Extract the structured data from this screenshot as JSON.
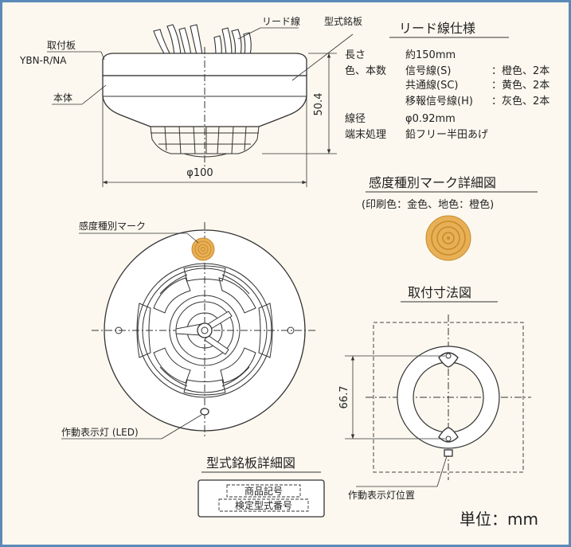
{
  "side_view": {
    "lead_wire_label": "リード線",
    "nameplate_label": "型式銘板",
    "mounting_plate_label": "取付板",
    "mounting_plate_model": "YBN-R/NA",
    "body_label": "本体",
    "height_dim": "50.4",
    "diameter_dim": "φ100"
  },
  "lead_spec": {
    "title": "リード線仕様",
    "length_key": "長さ",
    "length_value": "約150mm",
    "color_key": "色、本数",
    "rows": [
      {
        "name": "信号線(S)",
        "value": "：橙色、2本"
      },
      {
        "name": "共通線(SC)",
        "value": "：黄色、2本"
      },
      {
        "name": "移報信号線(H)",
        "value": "：灰色、2本"
      }
    ],
    "gauge_key": "線径",
    "gauge_value": "φ0.92mm",
    "end_key": "端末処理",
    "end_value": "鉛フリー半田あげ"
  },
  "mark_detail": {
    "title": "感度種別マーク詳細図",
    "subtitle": "(印刷色：金色、地色：橙色)",
    "mark_color": "#e8b054",
    "ring_color": "#c98a2e"
  },
  "bottom_view": {
    "mark_label": "感度種別マーク",
    "led_label": "作動表示灯 (LED)"
  },
  "mounting": {
    "title": "取付寸法図",
    "pitch_dim": "66.7",
    "led_position_label": "作動表示灯位置"
  },
  "nameplate_detail": {
    "title": "型式銘板詳細図",
    "line1": "商品記号",
    "line2": "検定型式番号"
  },
  "unit_label": "単位：mm"
}
